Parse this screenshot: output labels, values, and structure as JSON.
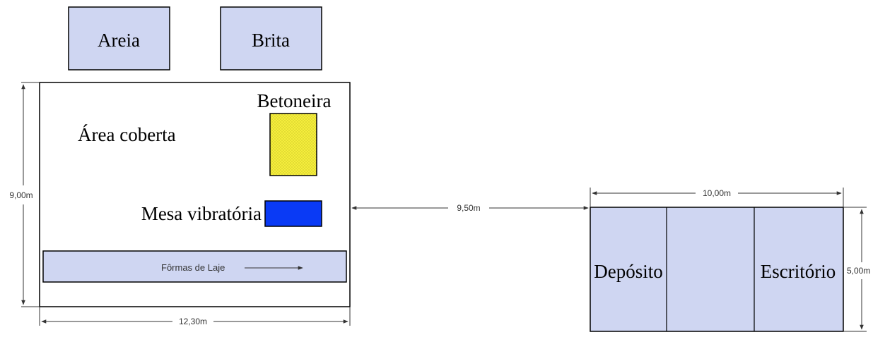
{
  "colors": {
    "material_box": "#cfd6f2",
    "betoneira": "#f5ee3c",
    "mesa": "#0a3af5",
    "line": "#000000",
    "dimension": "#333333"
  },
  "materials": {
    "areia": "Areia",
    "brita": "Brita"
  },
  "covered_area": {
    "label": "Área coberta",
    "betoneira_label": "Betoneira",
    "mesa_label": "Mesa vibratória",
    "formas_label": "Fôrmas de Laje"
  },
  "building": {
    "deposito_label": "Depósito",
    "escritorio_label": "Escritório"
  },
  "dimensions": {
    "covered_height": "9,00m",
    "covered_width": "12,30m",
    "distance": "9,50m",
    "building_width": "10,00m",
    "building_height": "5,00m"
  }
}
